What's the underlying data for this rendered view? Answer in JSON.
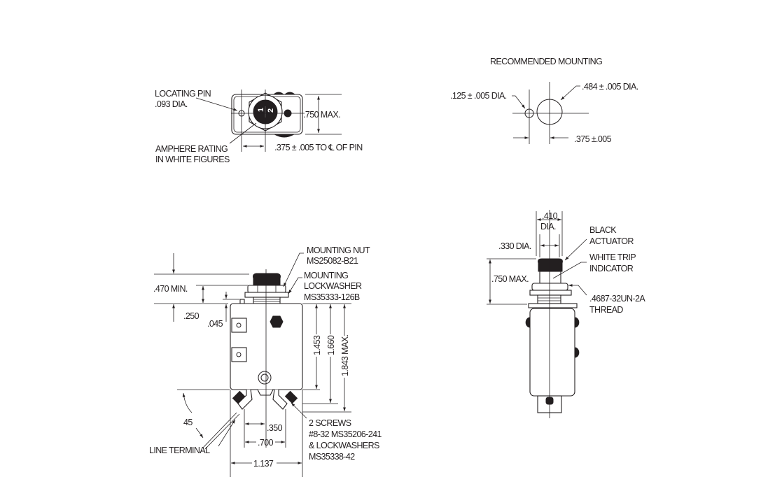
{
  "top_view": {
    "locating_pin_line1": "LOCATING PIN",
    "locating_pin_line2": ".093 DIA.",
    "height_dim": ".750 MAX.",
    "pin_offset_dim": ".375 ± .005 TO ℄ OF PIN",
    "rating_line1": "AMPHERE RATING",
    "rating_line2": "IN WHITE FIGURES",
    "rating_numerator": "1",
    "rating_denominator": "2"
  },
  "mounting": {
    "title": "RECOMMENDED MOUNTING",
    "small_hole": ".125 ± .005 DIA.",
    "large_hole": ".484 ± .005 DIA.",
    "spacing": ".375 ±.005"
  },
  "front_view": {
    "nut_line1": "MOUNTING NUT",
    "nut_line2": "MS25082-B21",
    "washer_line1": "MOUNTING",
    "washer_line2": "LOCKWASHER",
    "washer_line3": "MS35333-126B",
    "dim_470": ".470 MIN.",
    "dim_250": ".250",
    "dim_045": ".045",
    "dim_1453": "1.453",
    "dim_1660": "1.660",
    "dim_1843": "1.843 MAX.",
    "angle": "45",
    "line_terminal": "LINE TERMINAL",
    "dim_350": ".350",
    "dim_700": ".700",
    "dim_1137": "1.137",
    "screws_line1": "2 SCREWS",
    "screws_line2": "#8-32 MS35206-241",
    "screws_line3": "& LOCKWASHERS",
    "screws_line4": "MS35338-42"
  },
  "side_view": {
    "dim_410": ".410",
    "dim_410_dia": "DIA.",
    "dim_330": ".330 DIA.",
    "dim_750": ".750 MAX.",
    "actuator_line1": "BLACK",
    "actuator_line2": "ACTUATOR",
    "indicator_line1": "WHITE TRIP",
    "indicator_line2": "INDICATOR",
    "thread_line1": ".4687-32UN-2A",
    "thread_line2": "THREAD"
  }
}
